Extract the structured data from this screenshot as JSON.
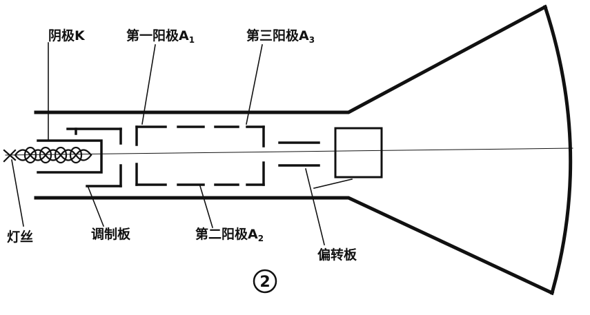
{
  "labels": {
    "cathode": "阴极K",
    "anode1_main": "第一阳极A",
    "anode1_sub": "1",
    "anode3_main": "第三阳极A",
    "anode3_sub": "3",
    "anode2_main": "第二阳极A",
    "anode2_sub": "2",
    "filament": "灯丝",
    "grid": "调制板",
    "deflector": "偏转板"
  },
  "figure_number": "2",
  "colors": {
    "ink": "#111111",
    "paper": "#ffffff"
  }
}
